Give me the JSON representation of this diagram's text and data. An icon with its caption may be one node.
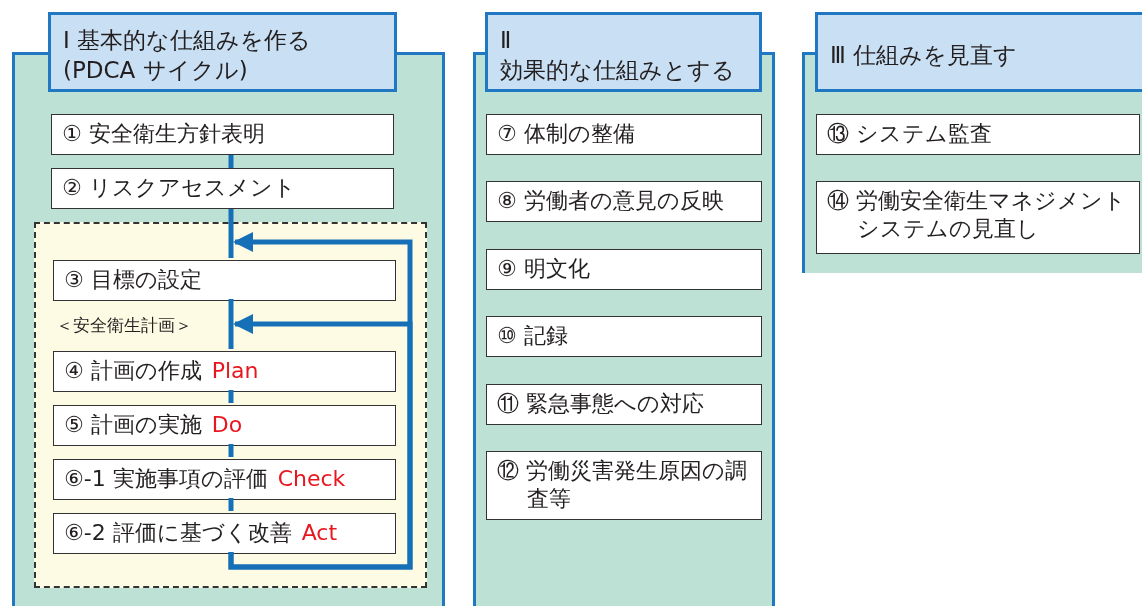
{
  "diagram": {
    "nodes": [
      {
        "text": [
          "Ⅰ 基本的な仕組みを作る (PDCA サイクル)"
        ]
      },
      {
        "text": [
          "① 安全衛生方針表明"
        ],
        "in": 0
      },
      {
        "text": [
          "② リスクアセスメント"
        ],
        "in": 0
      },
      {
        "text": [
          "＜安全衛生計画＞"
        ],
        "in": 0
      },
      {
        "text": [
          "③ 目標の設定"
        ],
        "in": 3
      },
      {
        "text": [
          "④ 計画の作成",
          "Plan"
        ],
        "in": 3
      },
      {
        "text": [
          "⑤ 計画の実施",
          "Do"
        ],
        "in": 3
      },
      {
        "text": [
          "⑥-1 実施事項の評価",
          "Check"
        ],
        "in": 3
      },
      {
        "text": [
          "⑥-2 評価に基づく改善",
          "Act"
        ],
        "in": 3
      },
      {
        "text": [
          "Ⅱ 効果的な仕組みとする"
        ]
      },
      {
        "text": [
          "⑦ 体制の整備"
        ],
        "in": 9
      },
      {
        "text": [
          "⑧ 労働者の意見の反映"
        ],
        "in": 9
      },
      {
        "text": [
          "⑨ 明文化"
        ],
        "in": 9
      },
      {
        "text": [
          "⑩ 記録"
        ],
        "in": 9
      },
      {
        "text": [
          "⑪ 緊急事態への対応"
        ],
        "in": 9
      },
      {
        "text": [
          "⑫ 労働災害発生原因の調査等"
        ],
        "in": 9
      },
      {
        "text": [
          "Ⅲ 仕組みを見直す"
        ]
      },
      {
        "text": [
          "⑬ システム監査"
        ],
        "in": 16
      },
      {
        "text": [
          "⑭ 労働安全衛生マネジメントシステムの見直し"
        ],
        "in": 16
      }
    ],
    "edges": [
      {
        "from": 1,
        "to": 2,
        "arrow": "none"
      },
      {
        "from": 2,
        "to": 4,
        "arrow": "none"
      },
      {
        "from": 4,
        "to": 5,
        "arrow": "none"
      },
      {
        "from": 5,
        "to": 6,
        "arrow": "none"
      },
      {
        "from": 6,
        "to": 7,
        "arrow": "none"
      },
      {
        "from": 7,
        "to": 8,
        "arrow": "none"
      },
      {
        "from": 8,
        "to": 4,
        "arrow": "to"
      },
      {
        "from": 8,
        "to": 5,
        "arrow": "to"
      }
    ]
  }
}
